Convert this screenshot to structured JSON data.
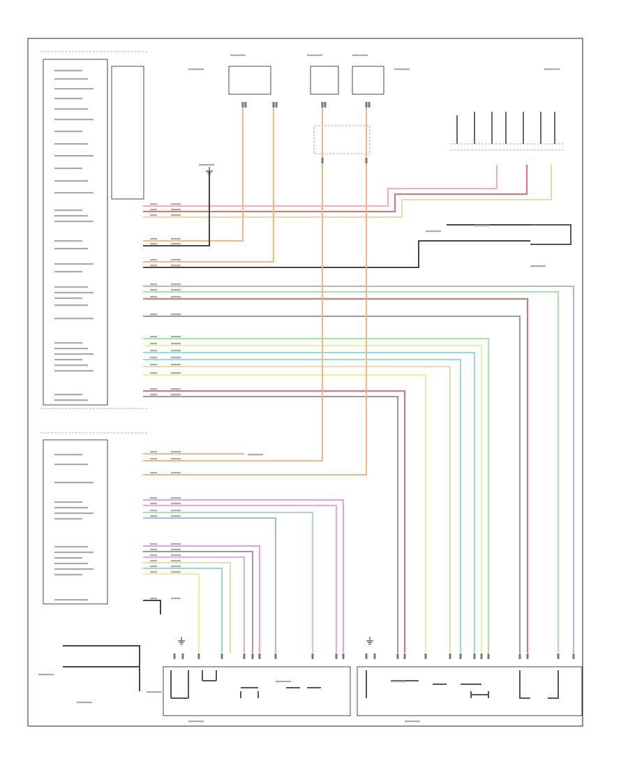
{
  "colors": {
    "orange": "#f7b77a",
    "pink": "#f7a6cf",
    "red": "#f26a73",
    "gray": "#9a9a9a",
    "green": "#a6e3a6",
    "blue": "#a9b5ee",
    "cyan": "#8fdbe6",
    "yellow": "#f5ec98",
    "magenta": "#ee9bee",
    "tan": "#e9dca4",
    "black": "#444444"
  },
  "diagram": {
    "modules": [
      {
        "id": "front-seat-module"
      },
      {
        "id": "passenger-seat-module"
      },
      {
        "id": "front-passenger-cushion-module"
      },
      {
        "id": "driver-cushion-module"
      }
    ]
  }
}
